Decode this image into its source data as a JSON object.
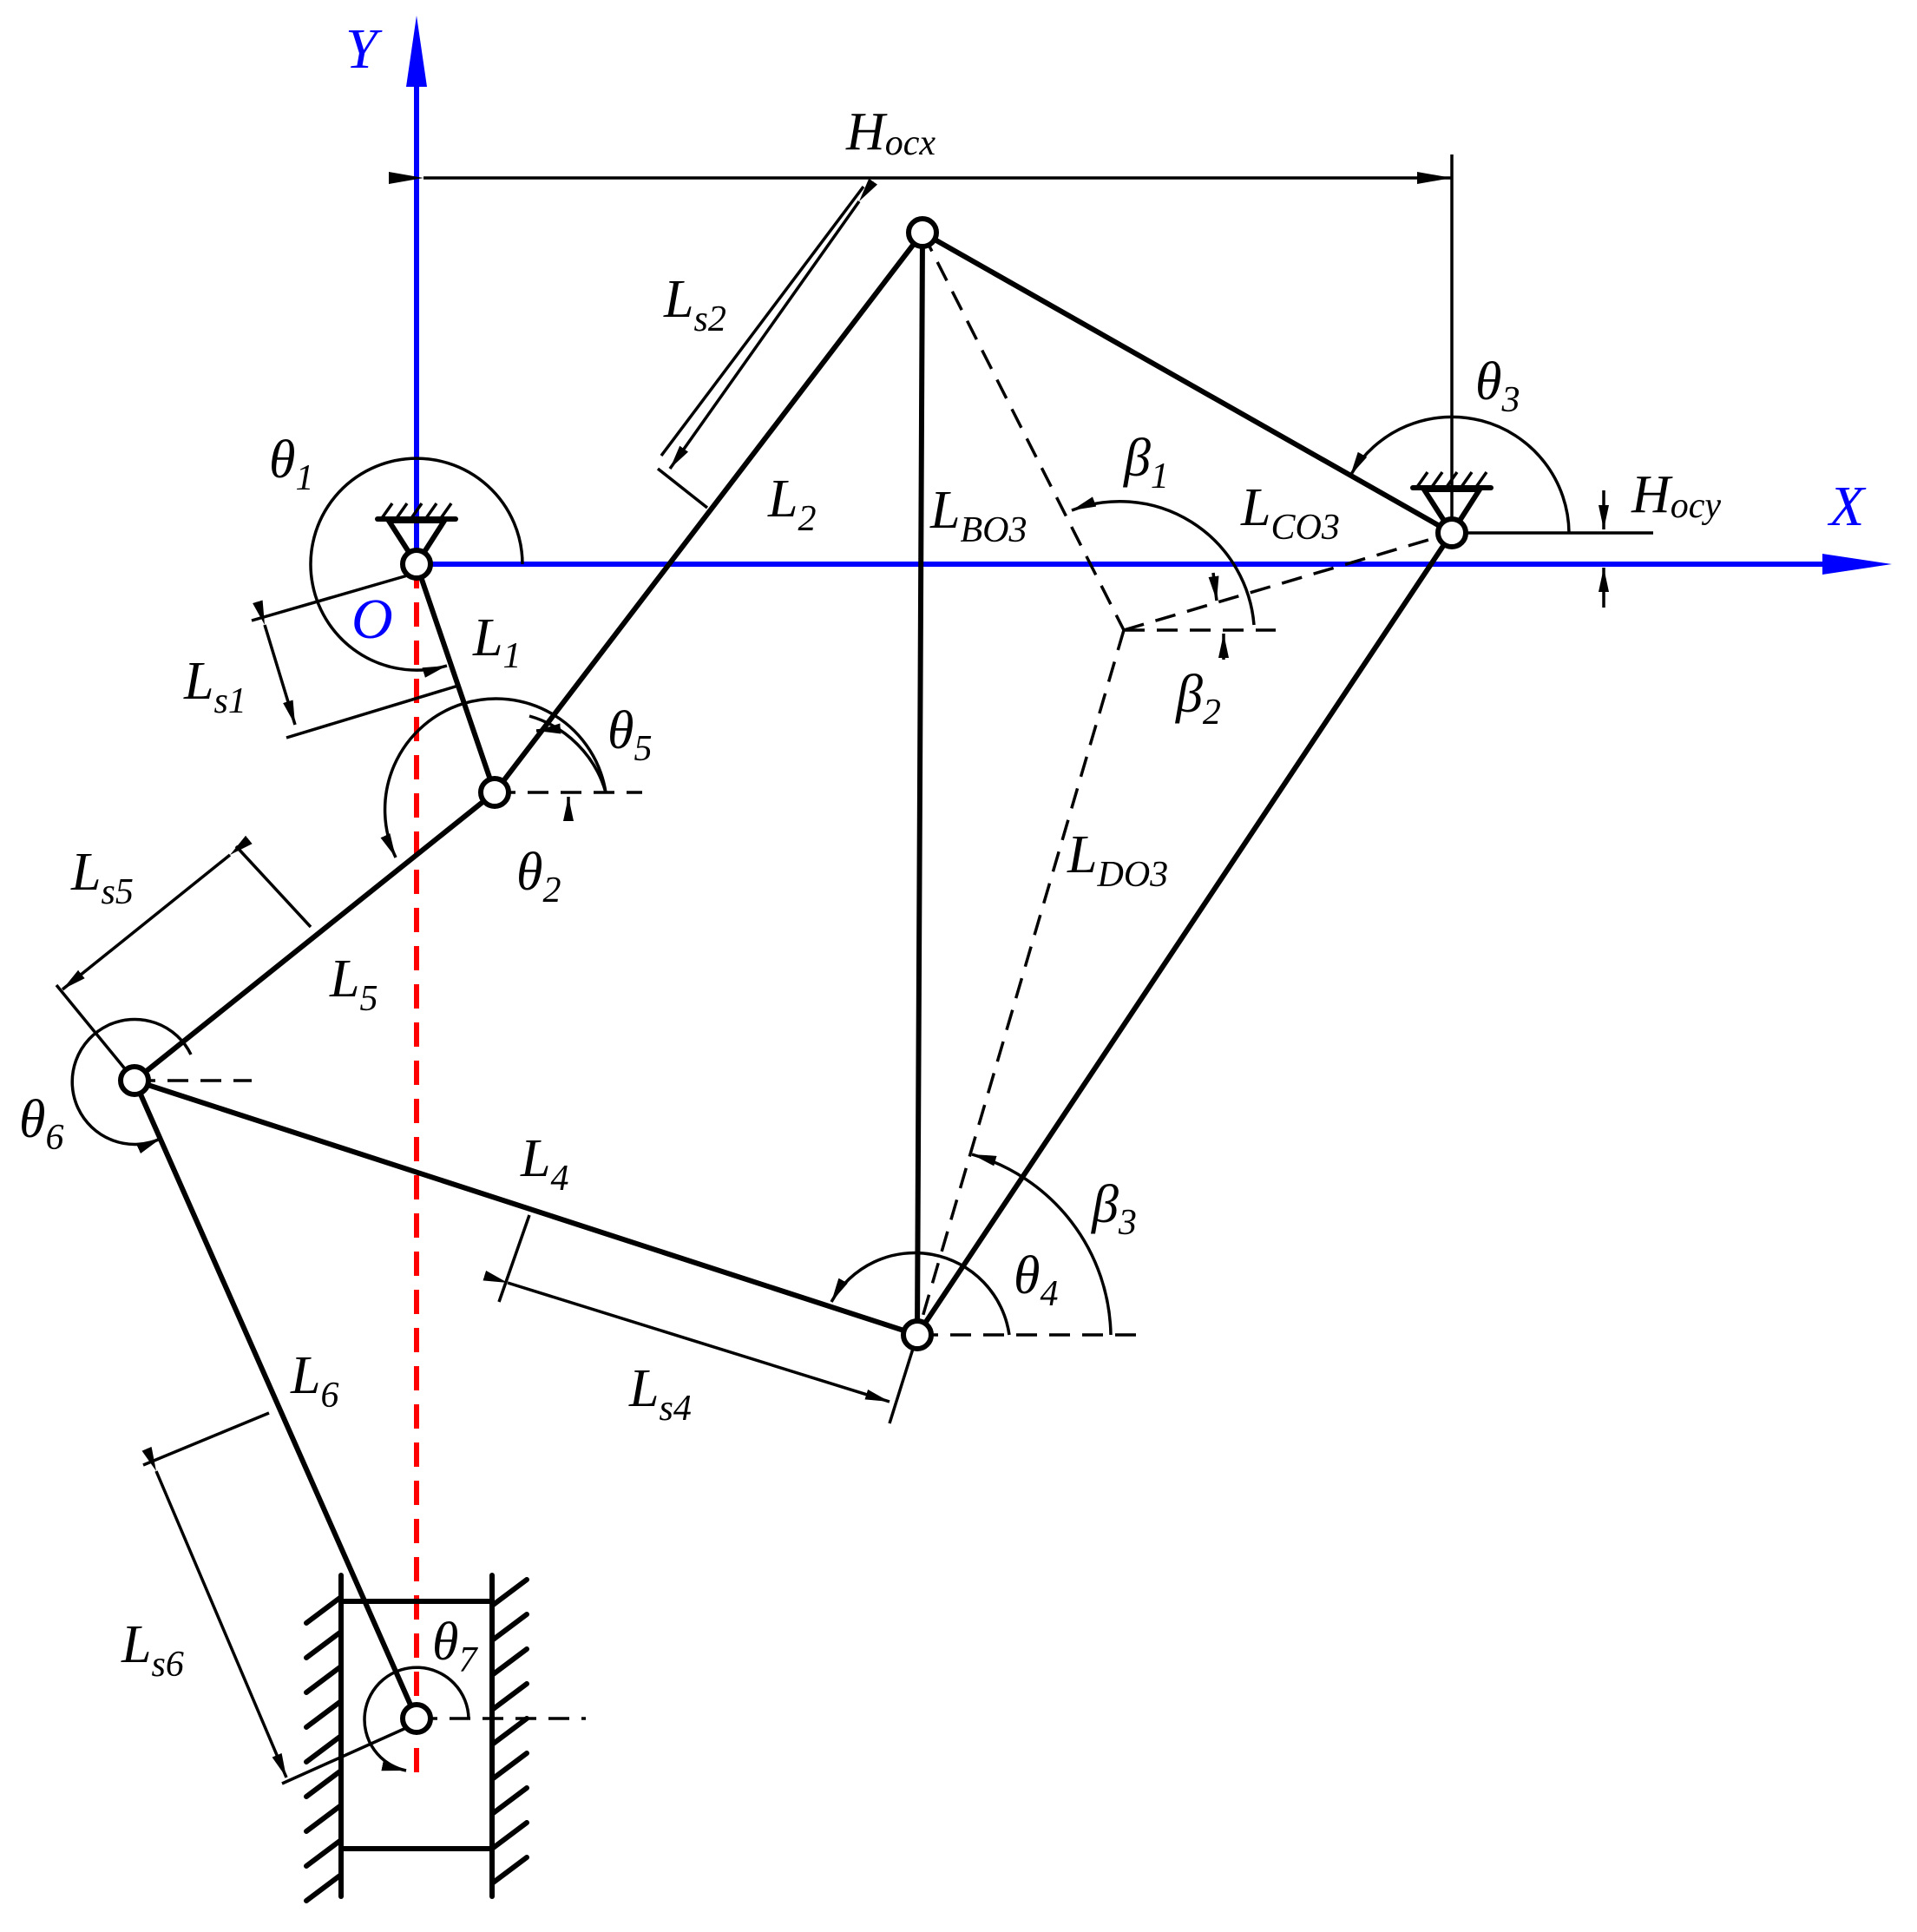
{
  "axes": {
    "x_label": "X",
    "y_label": "Y",
    "origin_label": "O"
  },
  "colors": {
    "axis": "#0000ff",
    "centerline": "#ff0000",
    "line": "#000000"
  },
  "labels": {
    "Hocx": {
      "main": "H",
      "sub": "ocx"
    },
    "Hocy": {
      "main": "H",
      "sub": "ocy"
    },
    "Ls1": {
      "main": "L",
      "sub": "s1"
    },
    "Ls2": {
      "main": "L",
      "sub": "s2"
    },
    "Ls4": {
      "main": "L",
      "sub": "s4"
    },
    "Ls5": {
      "main": "L",
      "sub": "s5"
    },
    "Ls6": {
      "main": "L",
      "sub": "s6"
    },
    "L1": {
      "main": "L",
      "sub": "1"
    },
    "L2": {
      "main": "L",
      "sub": "2"
    },
    "L4": {
      "main": "L",
      "sub": "4"
    },
    "L5": {
      "main": "L",
      "sub": "5"
    },
    "L6": {
      "main": "L",
      "sub": "6"
    },
    "LBO3": {
      "main": "L",
      "sub": "BO3"
    },
    "LCO3": {
      "main": "L",
      "sub": "CO3"
    },
    "LDO3": {
      "main": "L",
      "sub": "DO3"
    },
    "theta1": {
      "main": "θ",
      "sub": "1"
    },
    "theta2": {
      "main": "θ",
      "sub": "2"
    },
    "theta3": {
      "main": "θ",
      "sub": "3"
    },
    "theta4": {
      "main": "θ",
      "sub": "4"
    },
    "theta5": {
      "main": "θ",
      "sub": "5"
    },
    "theta6": {
      "main": "θ",
      "sub": "6"
    },
    "theta7": {
      "main": "θ",
      "sub": "7"
    },
    "beta1": {
      "main": "β",
      "sub": "1"
    },
    "beta2": {
      "main": "β",
      "sub": "2"
    },
    "beta3": {
      "main": "β",
      "sub": "3"
    }
  }
}
